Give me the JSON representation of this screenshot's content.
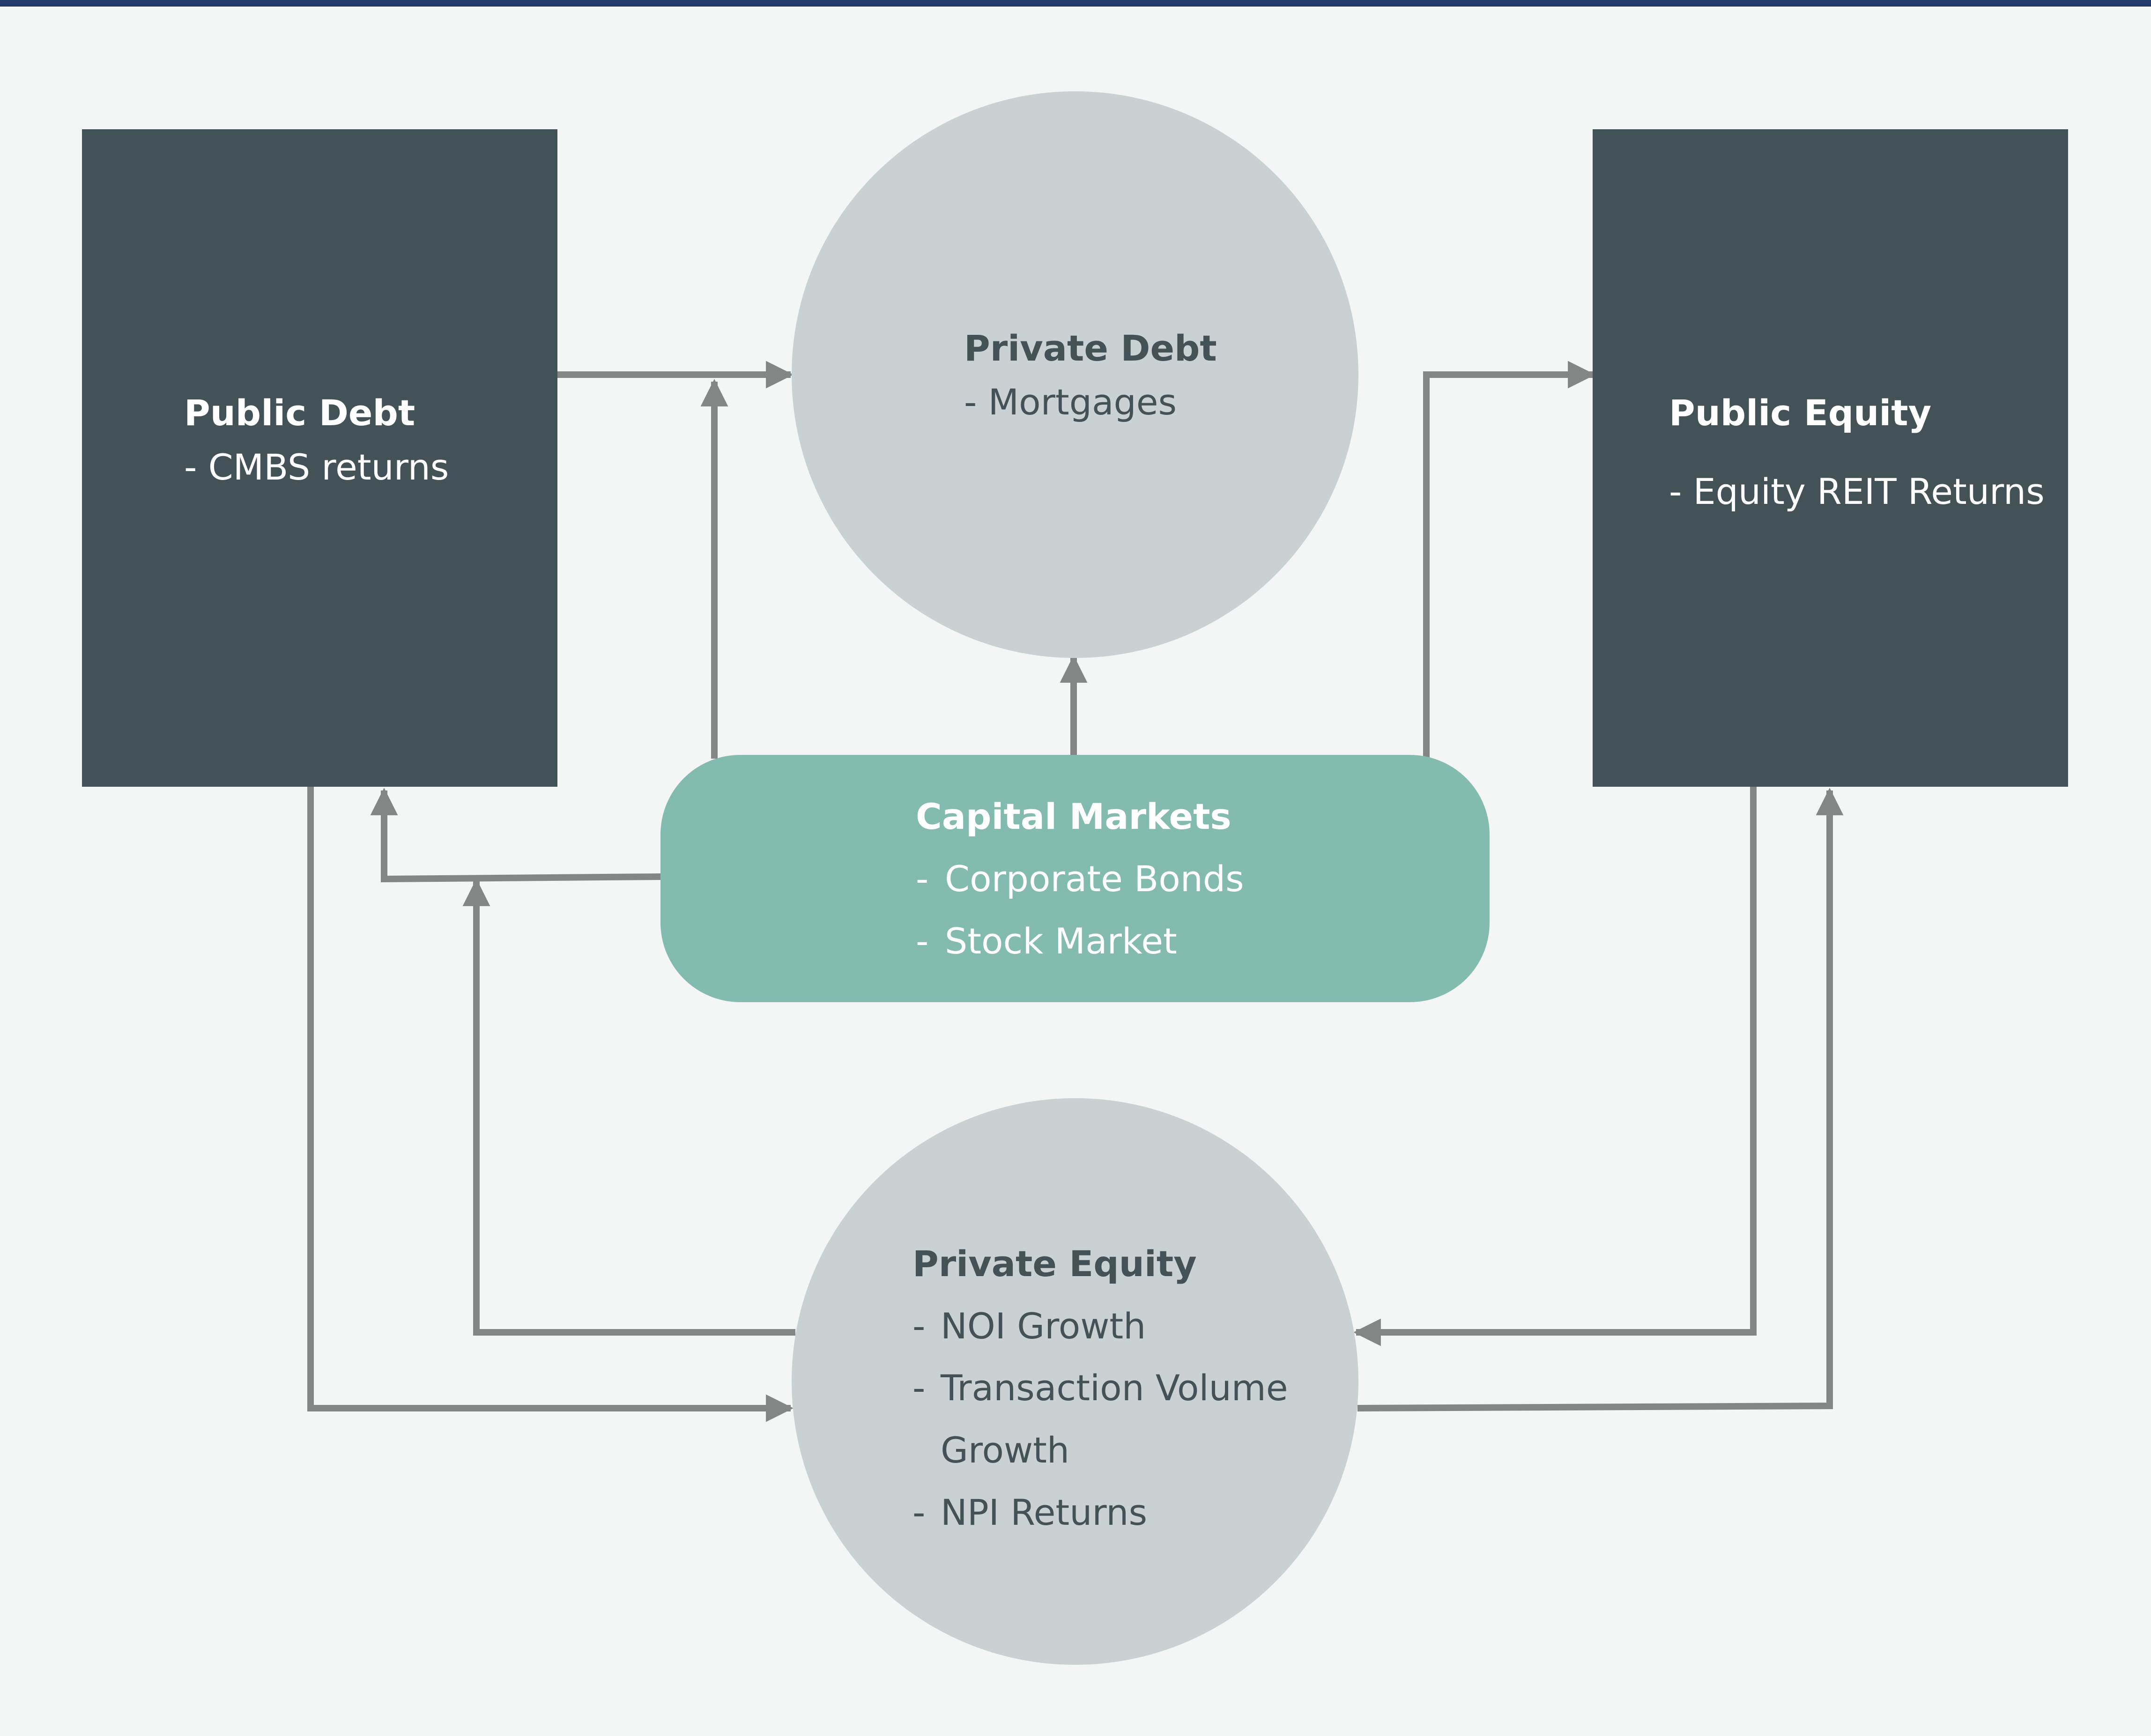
{
  "colors": {
    "background": "#f4f6f5",
    "top_rule": "#223a6b",
    "dark_box": "#435257",
    "light_circle": "#c9d1d3",
    "teal_pill": "#83bcaf",
    "arrow": "#838685",
    "light_text": "#ffffff",
    "dark_text": "#435257"
  },
  "nodes": {
    "public_debt": {
      "title": "Public Debt",
      "items": [
        "- CMBS returns"
      ]
    },
    "private_debt": {
      "title": "Private Debt",
      "items": [
        "- Mortgages"
      ]
    },
    "public_equity": {
      "title": "Public Equity",
      "items": [
        "- Equity REIT Returns"
      ]
    },
    "capital_markets": {
      "title": "Capital Markets",
      "items": [
        {
          "dash": "-",
          "text": "Corporate Bonds"
        },
        {
          "dash": "-",
          "text": "Stock Market"
        }
      ]
    },
    "private_equity": {
      "title": "Private Equity",
      "items": [
        {
          "dash": "-",
          "text": "NOI Growth"
        },
        {
          "dash": "-",
          "text": "Transaction Volume"
        },
        {
          "dash": "",
          "text": "Growth"
        },
        {
          "dash": "-",
          "text": "NPI Returns"
        }
      ]
    }
  }
}
